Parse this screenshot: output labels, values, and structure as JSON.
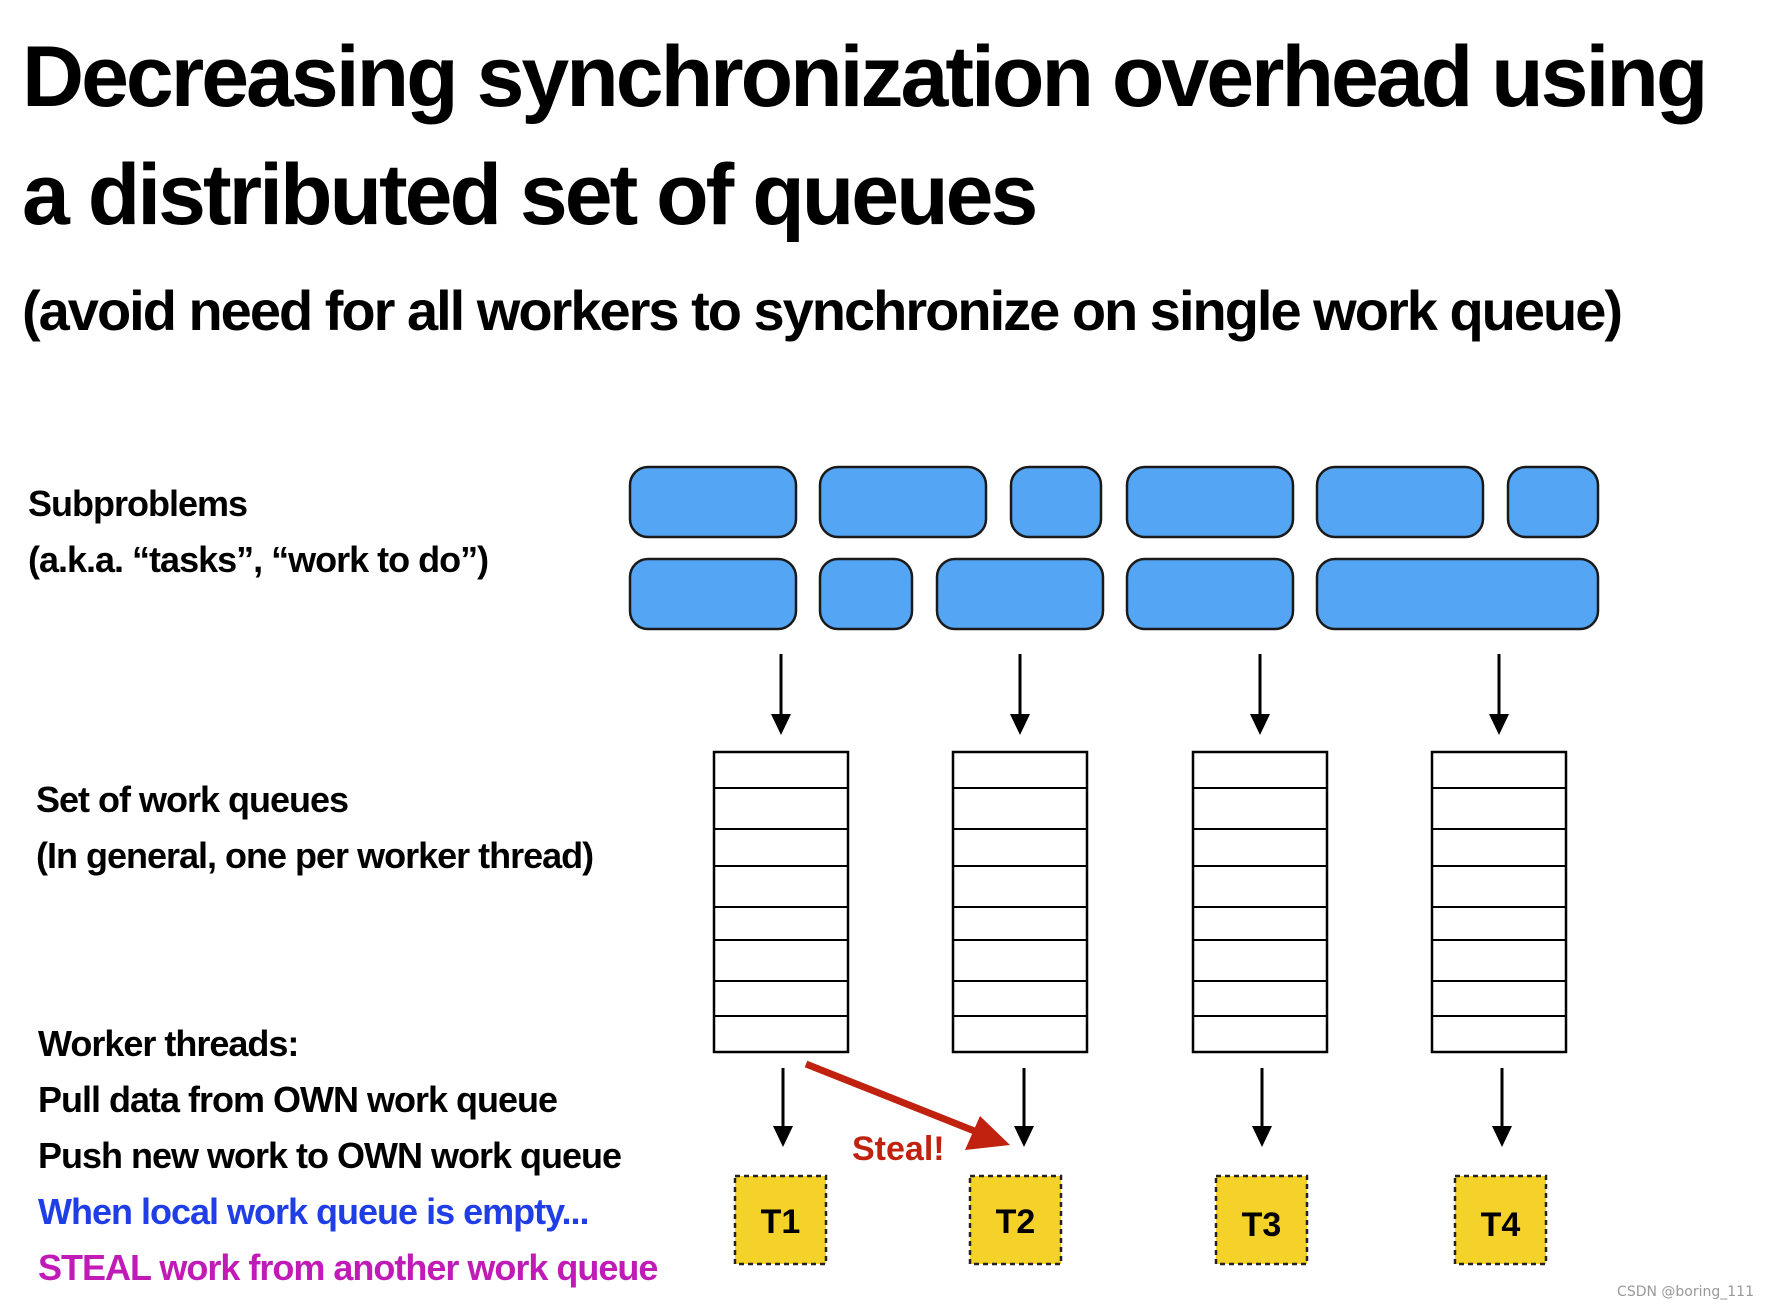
{
  "title": {
    "line1": "Decreasing synchronization overhead using",
    "line2": "a distributed set of queues"
  },
  "subtitle": "(avoid need for all workers to synchronize on single work queue)",
  "labels": {
    "subproblems": [
      "Subproblems",
      "(a.k.a. “tasks”, “work to do”)"
    ],
    "queues": [
      "Set of work queues",
      "(In general, one per worker thread)"
    ],
    "workers": [
      "Worker threads:",
      "Pull data from OWN work queue",
      "Push new work to OWN work queue",
      "When local work queue is empty...",
      "STEAL work from another work queue"
    ]
  },
  "threads": [
    "T1",
    "T2",
    "T3",
    "T4"
  ],
  "steal_label": "Steal!",
  "watermark": "CSDN @boring_111",
  "colors": {
    "task_fill": "#55a5f5",
    "thread_fill": "#f5d22a",
    "steal_arrow": "#c0220f",
    "empty_text": "#1f3ee6",
    "steal_text": "#c01bb7"
  }
}
